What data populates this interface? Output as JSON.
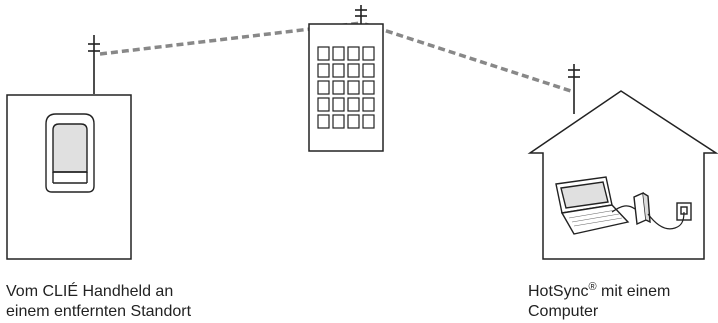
{
  "captions": {
    "left": {
      "line1": "Vom CLIÉ Handheld an",
      "line2": "einem entfernten Standort"
    },
    "right": {
      "brand": "HotSync",
      "registered_mark": "®",
      "line1_rest": " mit einem",
      "line2": "Computer"
    }
  },
  "icons": [
    "handheld-in-cradle-icon",
    "office-building-icon",
    "house-icon",
    "laptop-icon",
    "modem-icon",
    "wall-phone-jack-icon",
    "antenna-icon"
  ],
  "colors": {
    "stroke": "#222222",
    "connection_line": "#888888",
    "screen_fill": "#e0e0e0"
  }
}
